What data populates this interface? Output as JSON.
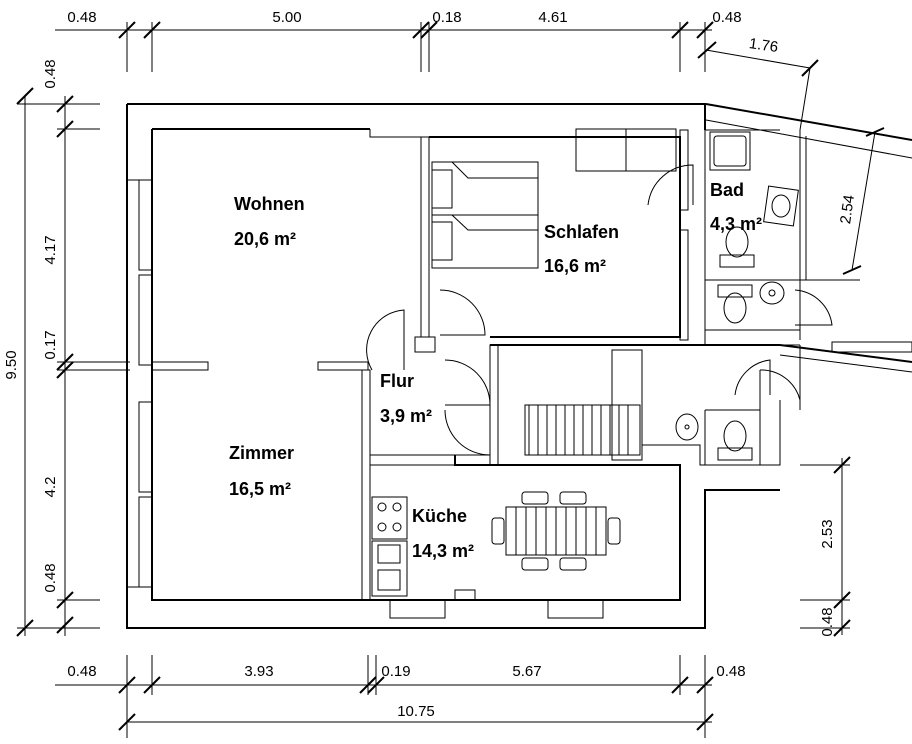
{
  "dimensions": {
    "top": [
      "0.48",
      "5.00",
      "0.18",
      "4.61",
      "0.48"
    ],
    "top_right_1": "1.76",
    "right_top": "2.54",
    "left": [
      "9.50",
      "0.48",
      "4.17",
      "0.17",
      "4.2",
      "0.48"
    ],
    "right_bottom": [
      "2.53",
      "0.48"
    ],
    "bottom": [
      "0.48",
      "3.93",
      "0.19",
      "5.67",
      "0.48"
    ],
    "overall": "10.75"
  },
  "rooms": {
    "wohnen": {
      "name": "Wohnen",
      "area": "20,6 m²"
    },
    "schlafen": {
      "name": "Schlafen",
      "area": "16,6 m²"
    },
    "bad": {
      "name": "Bad",
      "area": "4,3 m²"
    },
    "flur": {
      "name": "Flur",
      "area": "3,9 m²"
    },
    "zimmer": {
      "name": "Zimmer",
      "area": "16,5 m²"
    },
    "kueche": {
      "name": "Küche",
      "area": "14,3 m²"
    }
  }
}
